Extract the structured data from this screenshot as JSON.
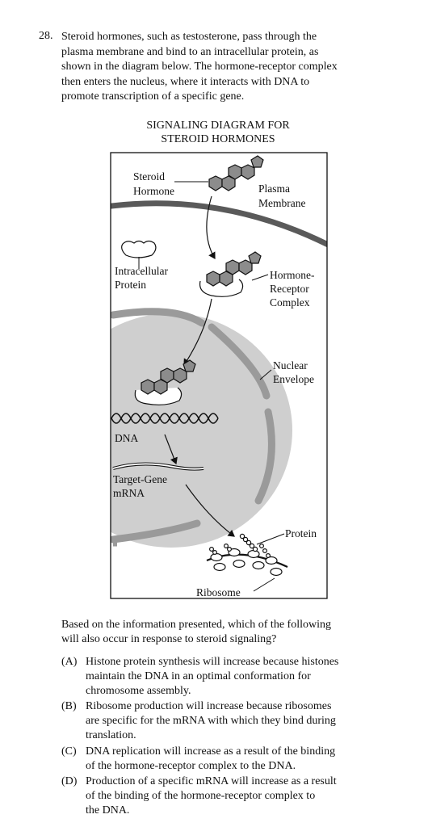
{
  "question": {
    "number": "28.",
    "stem_lines": [
      "Steroid hormones, such as testosterone, pass through the",
      "plasma membrane and bind to an intracellular protein, as",
      "shown in the diagram below. The hormone-receptor complex",
      "then enters the nucleus, where it interacts with DNA to",
      "promote transcription of a specific gene."
    ]
  },
  "diagram": {
    "title_line1": "SIGNALING DIAGRAM FOR",
    "title_line2": "STEROID HORMONES",
    "labels": {
      "steroid_l1": "Steroid",
      "steroid_l2": "Hormone",
      "membrane_l1": "Plasma",
      "membrane_l2": "Membrane",
      "intracellular_l1": "Intracellular",
      "intracellular_l2": "Protein",
      "complex_l1": "Hormone-",
      "complex_l2": "Receptor",
      "complex_l3": "Complex",
      "nuclear_l1": "Nuclear",
      "nuclear_l2": "Envelope",
      "dna": "DNA",
      "mrna_l1": "Target-Gene",
      "mrna_l2": "mRNA",
      "protein": "Protein",
      "ribosome": "Ribosome"
    }
  },
  "prompt_lines": [
    "Based on the information presented, which of the following",
    "will also occur in response to steroid signaling?"
  ],
  "choices": [
    {
      "letter": "(A)",
      "lines": [
        "Histone protein synthesis will increase because histones",
        "maintain the DNA in an optimal conformation for",
        "chromosome assembly."
      ]
    },
    {
      "letter": "(B)",
      "lines": [
        "Ribosome production will increase because ribosomes",
        "are specific for the mRNA with which they bind during",
        "translation."
      ]
    },
    {
      "letter": "(C)",
      "lines": [
        "DNA replication will increase as a result of the binding",
        "of the hormone-receptor complex to the DNA."
      ]
    },
    {
      "letter": "(D)",
      "lines": [
        "Production of a specific mRNA will increase as a result",
        "of the binding of the hormone-receptor complex to",
        "the DNA."
      ]
    }
  ]
}
